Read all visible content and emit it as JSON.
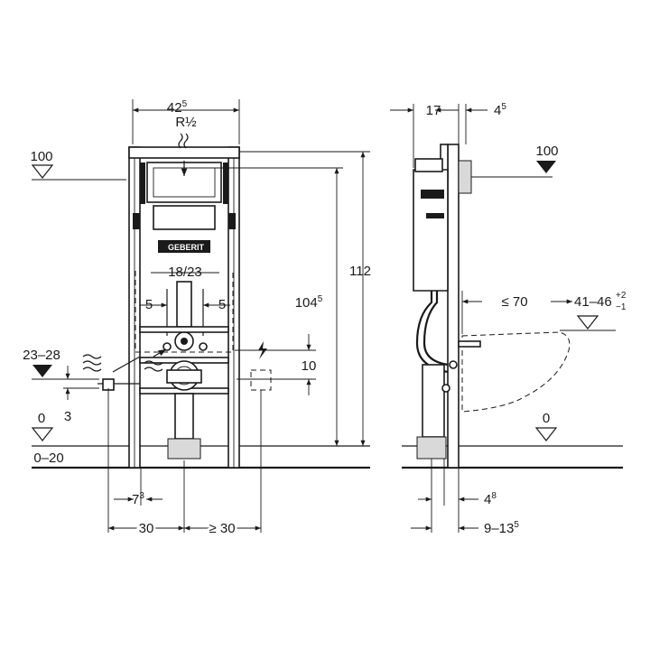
{
  "front": {
    "width_main": "42",
    "width_sup": "5",
    "pipe_label": "R½",
    "level_left": "100",
    "range_left": "23–28",
    "offset_left": "3",
    "zero_left": "0",
    "floor_range": "0–20",
    "spacing_top": "18/23",
    "side_offset_left": "5",
    "side_offset_right": "5",
    "height_total": "112",
    "height_inner_main": "104",
    "height_inner_sup": "5",
    "gap_right": "10",
    "bottom_small_main": "7",
    "bottom_small_sup": "3",
    "bottom_left": "30",
    "bottom_right": "≥ 30",
    "brand": "GEBERIT"
  },
  "side": {
    "depth_main": "17",
    "offset_top_main": "4",
    "offset_top_sup": "5",
    "level_right": "100",
    "clearance": "≤ 70",
    "range_right_main": "41–46",
    "range_right_sup_top": "+2",
    "range_right_sup_bot": "−1",
    "zero_right": "0",
    "bottom_small_main": "4",
    "bottom_small_sup": "8",
    "bottom_range_main": "9–13",
    "bottom_range_sup": "5"
  }
}
